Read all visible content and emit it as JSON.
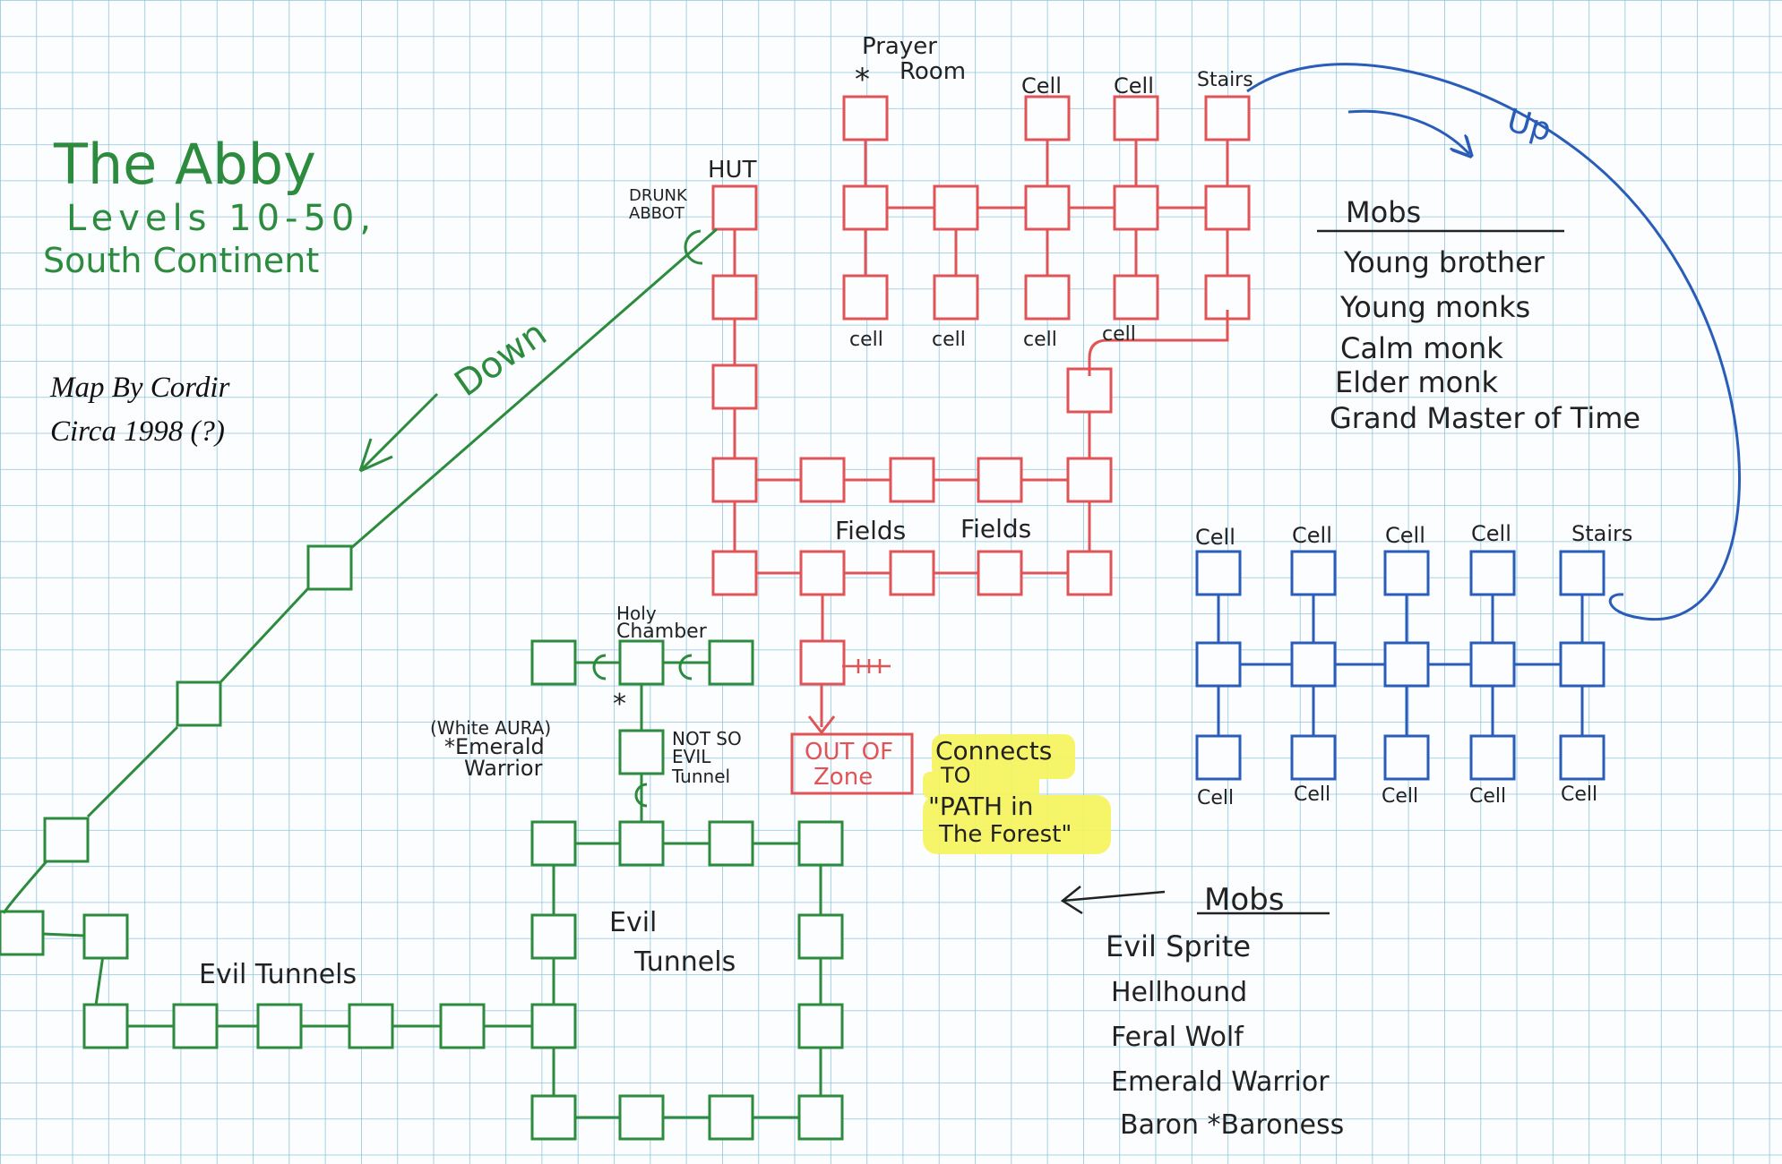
{
  "title": {
    "line1": "The Abby",
    "line2": "Levels 10-50,",
    "line3": "South Continent"
  },
  "credit": {
    "line1": "Map By Cordir",
    "line2": "Circa 1998 (?)"
  },
  "labels": {
    "prayer_room_1": "Prayer",
    "prayer_room_2": "Room",
    "cell": "Cell",
    "cell_lower": "cell",
    "stairs": "Stairs",
    "up": "Up",
    "down": "Down",
    "hut": "HUT",
    "drunk_abbot_1": "DRUNK",
    "drunk_abbot_2": "ABBOT",
    "fields_1": "Fields",
    "fields_2": "Fields",
    "holy_chamber_1": "Holy",
    "holy_chamber_2": "Chamber",
    "white_aura": "(White AURA)",
    "emerald_warrior_1": "*Emerald",
    "emerald_warrior_2": "Warrior",
    "not_so_evil_1": "NOT SO",
    "not_so_evil_2": "EVIL",
    "not_so_evil_3": "Tunnel",
    "out_of_zone_1": "OUT OF",
    "out_of_zone_2": "Zone",
    "connects_1": "Connects",
    "connects_2": "TO",
    "connects_3": "\"PATH in",
    "connects_4": "The Forest\"",
    "evil_tunnels_left": "Evil Tunnels",
    "evil_tunnels_center_1": "Evil",
    "evil_tunnels_center_2": "Tunnels",
    "mob_marker": "C",
    "star_marker": "*"
  },
  "mobs_upper": {
    "heading": "Mobs",
    "items": [
      "Young brother",
      "Young monks",
      "Calm monk",
      "Elder monk",
      "Grand Master of Time"
    ]
  },
  "mobs_lower": {
    "heading": "Mobs",
    "items": [
      "Evil Sprite",
      "Hellhound",
      "Feral Wolf",
      "Emerald Warrior",
      "Baron *Baroness"
    ]
  },
  "colors": {
    "grid": "#8fc6dc",
    "red_floor": "#e05356",
    "blue_floor": "#2a5db8",
    "green_floor": "#2c8b3c",
    "highlight": "#f6f55a",
    "ink": "#222222"
  },
  "icons": {
    "prayer_mark": "star-icon",
    "arrow_down": "arrow-icon",
    "arrow_up": "arrow-icon"
  }
}
